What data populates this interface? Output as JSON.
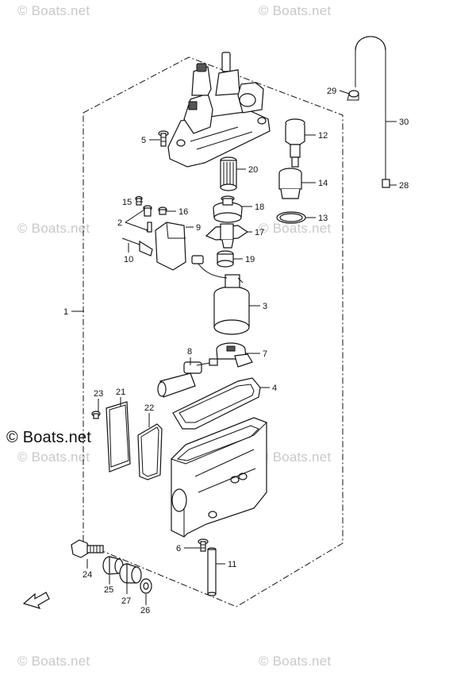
{
  "watermarks": [
    {
      "text": "© Boats.net",
      "style": "light"
    },
    {
      "text": "© Boats.net",
      "style": "light"
    },
    {
      "text": "© Boats.net",
      "style": "light"
    },
    {
      "text": "© Boats.net",
      "style": "light"
    },
    {
      "text": "© Boats.net",
      "style": "light"
    },
    {
      "text": "© Boats.net",
      "style": "light"
    },
    {
      "text": "© Boats.net",
      "style": "dark"
    },
    {
      "text": "© Boats.net",
      "style": "light"
    },
    {
      "text": "© Boats.net",
      "style": "light"
    }
  ],
  "callouts": [
    "1",
    "2",
    "3",
    "4",
    "5",
    "6",
    "7",
    "8",
    "9",
    "10",
    "11",
    "12",
    "13",
    "14",
    "15",
    "16",
    "17",
    "18",
    "19",
    "20",
    "21",
    "22",
    "23",
    "24",
    "25",
    "26",
    "27",
    "28",
    "29",
    "30"
  ],
  "fwd_label": "FWD",
  "colors": {
    "line": "#111111",
    "watermark": "#c9c9c9",
    "background": "#ffffff"
  }
}
